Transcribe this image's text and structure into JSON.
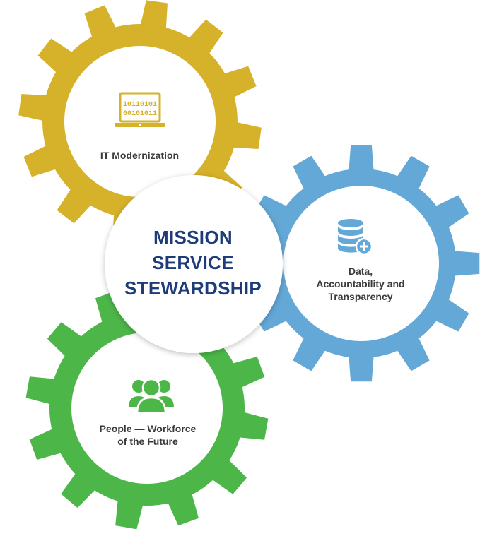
{
  "diagram": {
    "center": {
      "lines": [
        "MISSION",
        "SERVICE",
        "STEWARDSHIP"
      ]
    },
    "gears": [
      {
        "key": "it",
        "label_lines": [
          "IT Modernization"
        ],
        "color": "#d6b12a",
        "icon": "laptop-binary-icon",
        "binary_lines": [
          "10110101",
          "00101011"
        ]
      },
      {
        "key": "data",
        "label_lines": [
          "Data,",
          "Accountability and",
          "Transparency"
        ],
        "color": "#63a8d6",
        "icon": "database-plus-icon"
      },
      {
        "key": "people",
        "label_lines": [
          "People — Workforce",
          "of the Future"
        ],
        "color": "#4cb748",
        "icon": "people-group-icon"
      }
    ],
    "colors": {
      "center_text": "#1d3c78",
      "label_text": "#3a3a3a",
      "inner_circle": "#ffffff"
    }
  }
}
